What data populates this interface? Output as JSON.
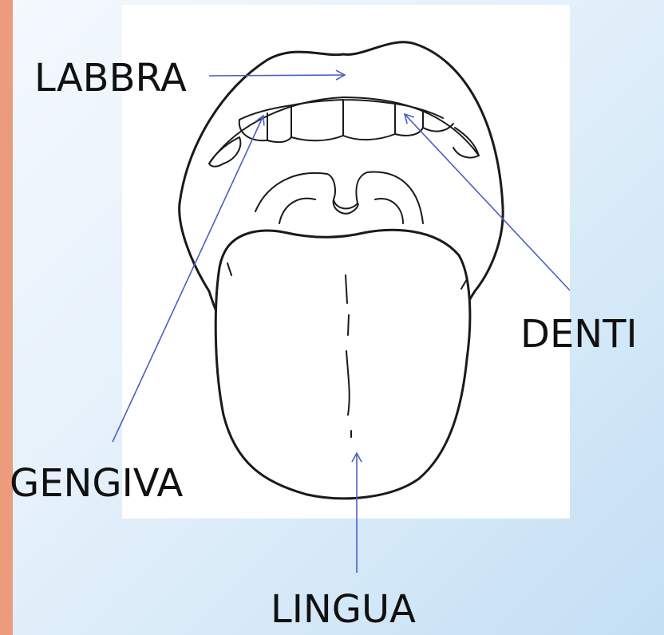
{
  "slide": {
    "accent_color": "#ec9b7d",
    "leader_color": "#4a5fc1"
  },
  "labels": {
    "labbra": "LABBRA",
    "denti": "DENTI",
    "gengiva": "GENGIVA",
    "lingua": "LINGUA"
  }
}
